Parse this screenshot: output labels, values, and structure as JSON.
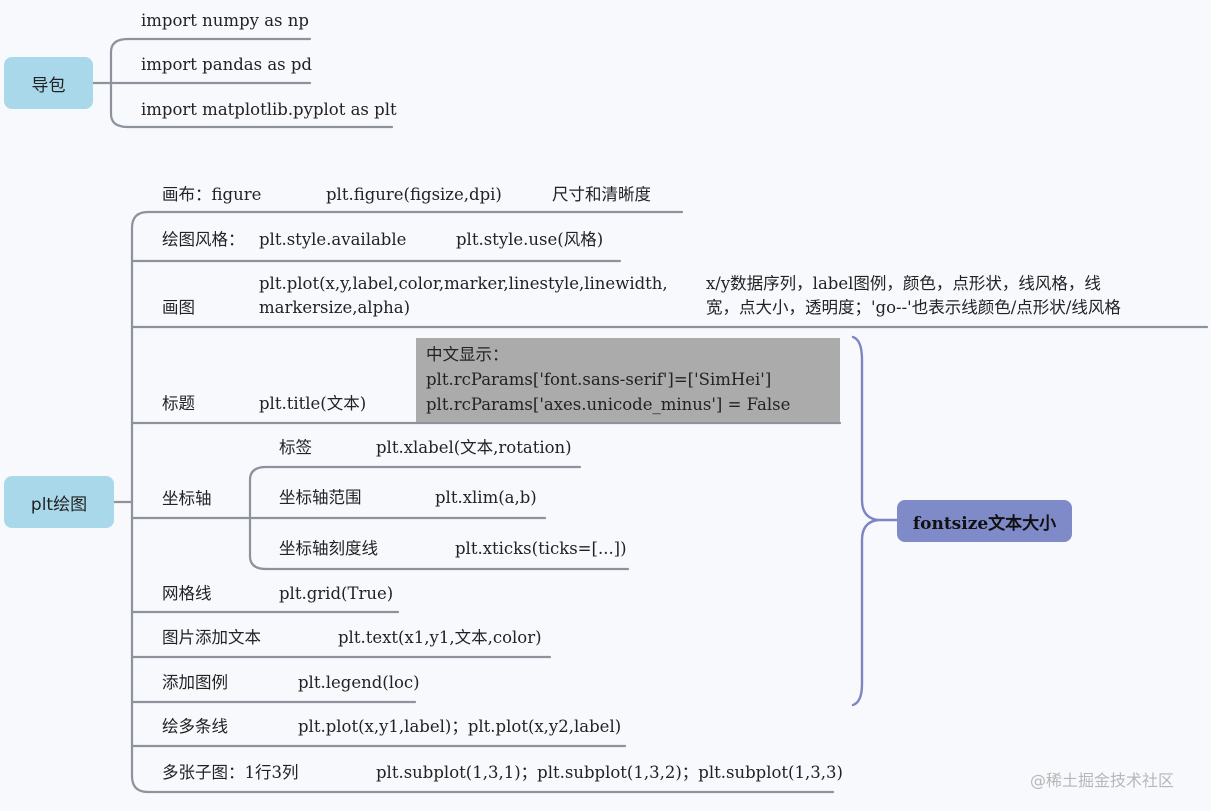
{
  "imports": {
    "title": "导包",
    "items": [
      "import numpy as np",
      "import pandas as pd",
      "import matplotlib.pyplot as plt"
    ]
  },
  "plotting": {
    "title": "plt绘图",
    "canvas": {
      "label": "画布：figure",
      "code": "plt.figure(figsize,dpi)",
      "desc": "尺寸和清晰度"
    },
    "style": {
      "label": "绘图风格：",
      "code1": "plt.style.available",
      "code2": "plt.style.use(风格)"
    },
    "draw": {
      "label": "画图",
      "code_line1": "plt.plot(x,y,label,color,marker,linestyle,linewidth,",
      "code_line2": "markersize,alpha)",
      "desc_line1": "x/y数据序列，label图例，颜色，点形状，线风格，线",
      "desc_line2": "宽，点大小，透明度；'go--'也表示线颜色/点形状/线风格"
    },
    "title_row": {
      "label": "标题",
      "code": "plt.title(文本)"
    },
    "chinese_note": {
      "heading": "中文显示：",
      "line1": "plt.rcParams['font.sans-serif']=['SimHei']",
      "line2": "plt.rcParams['axes.unicode_minus'] = False"
    },
    "axis": {
      "label": "坐标轴",
      "children": [
        {
          "label": "标签",
          "code": "plt.xlabel(文本,rotation)"
        },
        {
          "label": "坐标轴范围",
          "code": "plt.xlim(a,b)"
        },
        {
          "label": "坐标轴刻度线",
          "code": "plt.xticks(ticks=[...])"
        }
      ]
    },
    "grid": {
      "label": "网格线",
      "code": "plt.grid(True)"
    },
    "text": {
      "label": "图片添加文本",
      "code": "plt.text(x1,y1,文本,color)"
    },
    "legend": {
      "label": "添加图例",
      "code": "plt.legend(loc)"
    },
    "multi_line": {
      "label": "绘多条线",
      "code": "plt.plot(x,y1,label)；plt.plot(x,y2,label)"
    },
    "subplots": {
      "label": "多张子图：1行3列",
      "code": "plt.subplot(1,3,1)；plt.subplot(1,3,2)；plt.subplot(1,3,3)"
    }
  },
  "fontsize_node": "fontsize文本大小",
  "watermark": "@稀土掘金技术社区",
  "colors": {
    "background": "#f7f9fd",
    "node_fill": "#a8d8ea",
    "connector": "#8d939c",
    "bracket": "#7e86c2",
    "fontsize_fill": "#7f8bc8",
    "note_fill": "#ababab"
  }
}
